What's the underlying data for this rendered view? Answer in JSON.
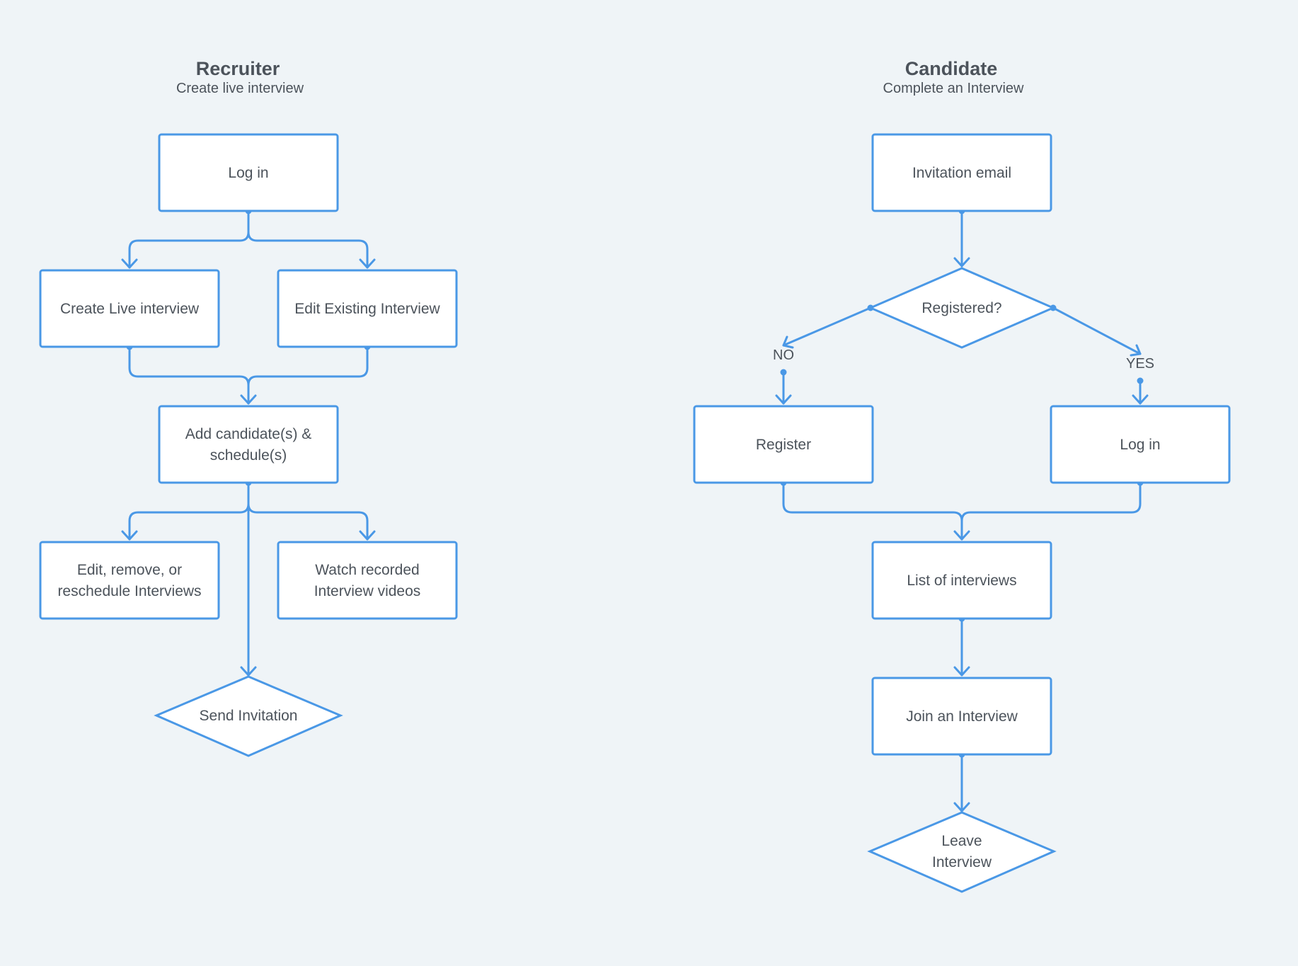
{
  "recruiter": {
    "title": "Recruiter",
    "subtitle": "Create live interview",
    "nodes": {
      "log_in": [
        "Log in"
      ],
      "create_live": [
        "Create Live interview"
      ],
      "edit_existing": [
        "Edit Existing Interview"
      ],
      "add_candidates": [
        "Add candidate(s) &",
        "schedule(s)"
      ],
      "edit_remove": [
        "Edit, remove, or",
        "reschedule Interviews"
      ],
      "watch_recorded": [
        "Watch recorded",
        "Interview videos"
      ],
      "send_invitation": [
        "Send Invitation"
      ]
    }
  },
  "candidate": {
    "title": "Candidate",
    "subtitle": "Complete an Interview",
    "nodes": {
      "invitation_email": [
        "Invitation email"
      ],
      "registered": [
        "Registered?"
      ],
      "register": [
        "Register"
      ],
      "log_in": [
        "Log in"
      ],
      "list_interviews": [
        "List of interviews"
      ],
      "join_interview": [
        "Join an Interview"
      ],
      "leave_interview": [
        "Leave",
        "Interview"
      ]
    },
    "branch_labels": {
      "no": "NO",
      "yes": "YES"
    }
  },
  "colors": {
    "background": "#eff4f7",
    "stroke": "#4a98e6",
    "node_fill": "#ffffff",
    "text": "#4c535b"
  }
}
